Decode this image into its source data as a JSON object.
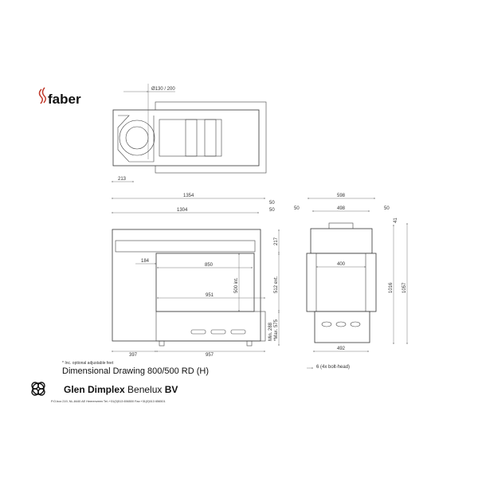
{
  "brand": {
    "name": "faber",
    "color": "#c0392b"
  },
  "plan": {
    "flue": "Ø130 / 200",
    "offset": "213"
  },
  "front": {
    "overall": "1354",
    "body": "1304",
    "side_gap_left": "50",
    "side_gap_right": "50",
    "top_height": "217",
    "glass_offset": "184",
    "width_int": "850",
    "width_ext": "951",
    "height_int": "500 int.",
    "height_ext": "512 ext.",
    "leg_min": "Min. 288",
    "leg_max": "*Max. 575",
    "left_width": "397",
    "right_width": "957"
  },
  "side": {
    "overall": "598",
    "body": "498",
    "gap_left": "50",
    "gap_right": "50",
    "top": "41",
    "glass": "400",
    "height_a": "1016",
    "height_b": "1057",
    "base": "492",
    "bolt": "6 (4x bolt-head)"
  },
  "footnote": "* Inc. optional adjustable feet",
  "title": "Dimensional Drawing 800/500 RD (H)",
  "company": {
    "name_bold": "Glen Dimplex",
    "name_regular": " Benelux ",
    "suffix": "BV",
    "address": "P.O.box 219, NL-8440 AE Heerenveen Tel.:+31(0)513 656500  Fax:+31(0)513 656501"
  }
}
